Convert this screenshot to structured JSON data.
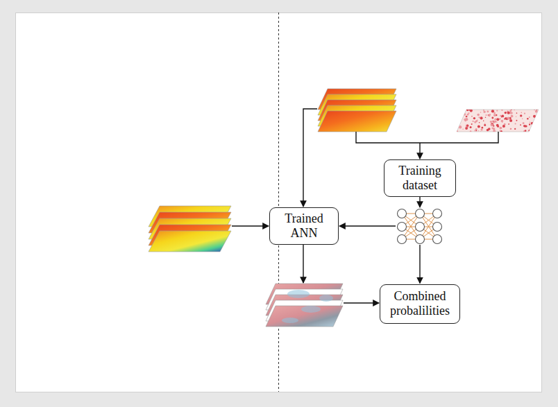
{
  "diagram": {
    "nodes": [
      {
        "text": [
          "Training dataset"
        ]
      },
      {
        "text": [
          "Trained ANN"
        ]
      },
      {
        "text": [
          "Combined probalilities"
        ]
      }
    ]
  }
}
